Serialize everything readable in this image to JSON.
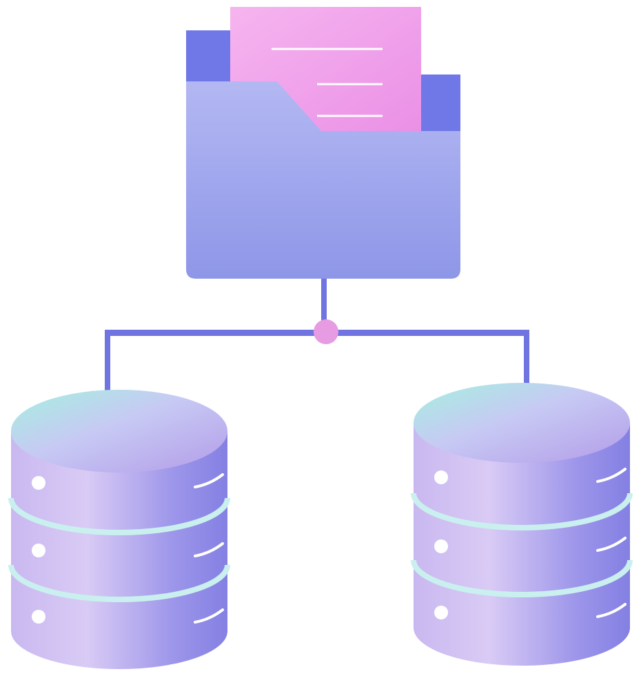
{
  "diagram": {
    "kind": "folder-to-databases",
    "colors": {
      "background": "#ffffff",
      "folder_back": "#6f78e6",
      "folder_front_top": "#b3b8f2",
      "folder_front_bottom": "#8e96e8",
      "document": "#ef9be9",
      "document_lines": "#ffffff",
      "connector": "#6f74e0",
      "junction_node": "#e79be2",
      "db_top_highlight": "#a9f0e2",
      "db_body_light": "#d7c6f2",
      "db_body_dark": "#8a86e6",
      "db_band": "#c9f0ee",
      "db_led": "#ffffff"
    },
    "icons": {
      "folder": "folder-icon",
      "document": "document-icon",
      "database_left": "database-icon",
      "database_right": "database-icon"
    },
    "databases": [
      {
        "id": "left",
        "tiers": 3
      },
      {
        "id": "right",
        "tiers": 3
      }
    ]
  }
}
